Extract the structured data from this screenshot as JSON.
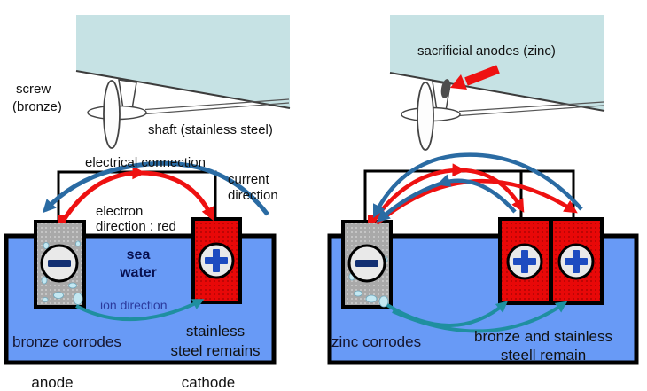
{
  "colors": {
    "hull": "#c6e2e4",
    "sea_water": "#689af6",
    "electron_arrow_red": "#ee1111",
    "current_arrow_blue": "#2a6ba3",
    "ion_arrow_teal": "#1f8fa0",
    "anode_gray": "#a9a9a9",
    "cathode_red": "#e80808",
    "terminal_sign_blue": "#1d4bc0"
  },
  "boat_left": {
    "screw_label_line1": "screw",
    "screw_label_line2": "(bronze)",
    "shaft_label": "shaft (stainless steel)"
  },
  "boat_right": {
    "anode_label": "sacrificial anodes (zinc)"
  },
  "cell_left": {
    "electrical_connection_label": "electrical connection",
    "current_label_line1": "current",
    "current_label_line2": "direction",
    "electron_label_line1": "electron",
    "electron_label_line2": "direction : red",
    "sea_water_line1": "sea",
    "sea_water_line2": "water",
    "ion_direction_label": "ion direction",
    "anode_result_label": "bronze corrodes",
    "cathode_result_line1": "stainless",
    "cathode_result_line2": "steel remains",
    "anode_caption": "anode",
    "cathode_caption": "cathode"
  },
  "cell_right": {
    "anode_result_label": "zinc corrodes",
    "cathode_result_line1": "bronze and stainless",
    "cathode_result_line2": "steell remain"
  }
}
